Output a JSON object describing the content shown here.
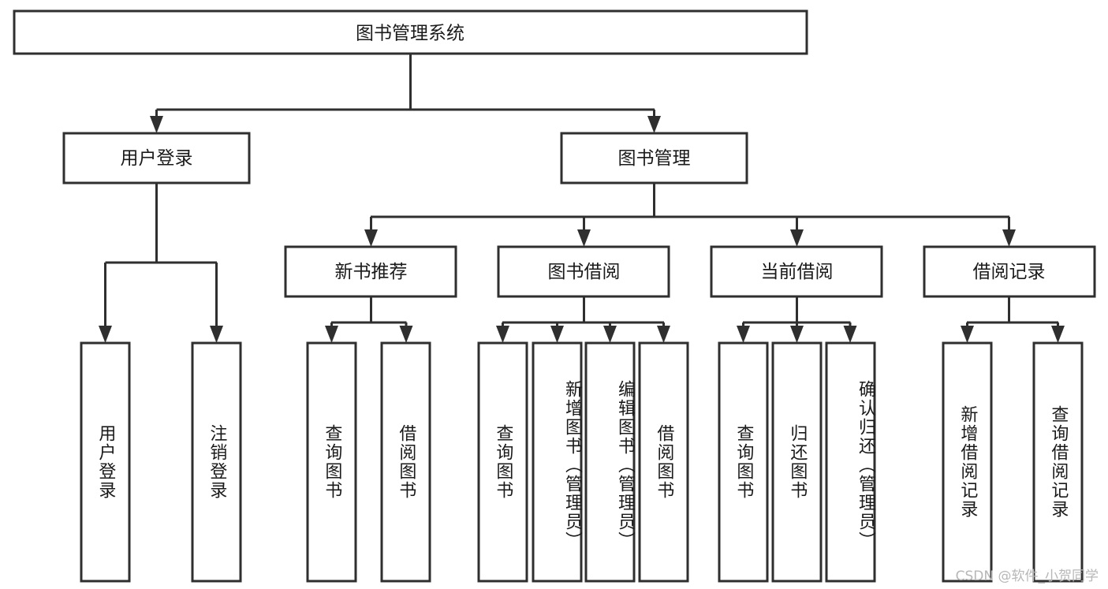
{
  "diagram": {
    "type": "tree",
    "title": "图书管理系统",
    "watermark": "CSDN @软件_小贺同学",
    "colors": {
      "box_stroke": "#2f2f2f",
      "box_fill": "#ffffff",
      "text": "#1a1a1a",
      "background": "#ffffff",
      "watermark": "#b7b7b7"
    },
    "levels": {
      "root": {
        "label": "图书管理系统"
      },
      "level2": [
        {
          "label": "用户登录"
        },
        {
          "label": "图书管理"
        }
      ],
      "level3": [
        {
          "label": "新书推荐"
        },
        {
          "label": "图书借阅"
        },
        {
          "label": "当前借阅"
        },
        {
          "label": "借阅记录"
        }
      ],
      "leaves": [
        {
          "label": "用户登录",
          "parent": "用户登录"
        },
        {
          "label": "注销登录",
          "parent": "用户登录"
        },
        {
          "label": "查询图书",
          "parent": "新书推荐"
        },
        {
          "label": "借阅图书",
          "parent": "新书推荐"
        },
        {
          "label": "查询图书",
          "parent": "图书借阅"
        },
        {
          "label": "新增图书（管理员）",
          "parent": "图书借阅"
        },
        {
          "label": "编辑图书（管理员）",
          "parent": "图书借阅"
        },
        {
          "label": "借阅图书",
          "parent": "图书借阅"
        },
        {
          "label": "查询图书",
          "parent": "当前借阅"
        },
        {
          "label": "归还图书",
          "parent": "当前借阅"
        },
        {
          "label": "确认归还（管理员）",
          "parent": "当前借阅"
        },
        {
          "label": "新增借阅记录",
          "parent": "借阅记录"
        },
        {
          "label": "查询借阅记录",
          "parent": "借阅记录"
        }
      ]
    }
  }
}
